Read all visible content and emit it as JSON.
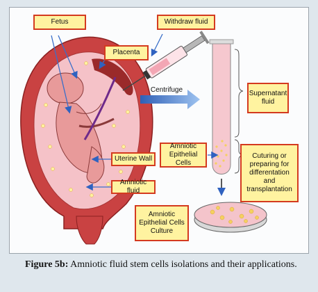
{
  "labels": {
    "fetus": "Fetus",
    "withdraw_fluid": "Withdraw fluid",
    "placenta": "Placenta",
    "centrifuge": "Centrifuge",
    "supernatant": "Supernatant fluid",
    "amniotic_epithelial_cells": "Amniotic Epithelial Cells",
    "culturing": "Cuturing or preparing for differentation and transplantation",
    "uterine_wall": "Uterine Wall",
    "amniotic_fluid": "Amniotic fluid",
    "cells_culture": "Amniotic Epithelial Cells Culture"
  },
  "caption": {
    "figure_label": "Figure 5b:",
    "text": " Amniotic fluid stem cells isolations and their applications."
  },
  "colors": {
    "label_fill": "#fff3a0",
    "label_border": "#d43a1f",
    "uterus": "#c93b3b",
    "fluid": "#f3b9c0",
    "arrow": "#3a6fc9"
  }
}
